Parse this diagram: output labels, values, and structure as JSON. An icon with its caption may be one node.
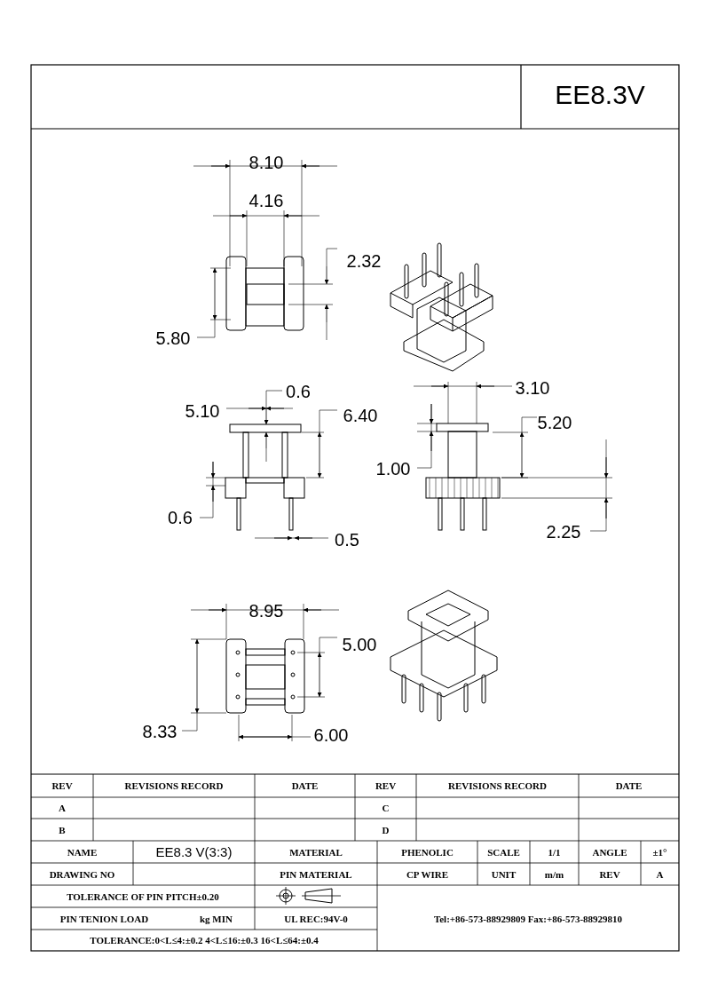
{
  "diagram": {
    "title": "EE8.3V",
    "labels": [
      "8.10",
      "4.16",
      "2.32",
      "5.80",
      "0.6",
      "5.10",
      "6.40",
      "0.6",
      "0.5",
      "3.10",
      "5.20",
      "1.00",
      "2.25",
      "8.95",
      "5.00",
      "8.33",
      "6.00",
      "REV",
      "REVISIONS RECORD",
      "DATE",
      "REV",
      "REVISIONS RECORD",
      "DATE",
      "A",
      "C",
      "B",
      "D",
      "NAME",
      "EE8.3 V(3:3)",
      "MATERIAL",
      "PHENOLIC",
      "SCALE",
      "1/1",
      "ANGLE",
      "±1°",
      "DRAWING NO",
      "PIN MATERIAL",
      "CP WIRE",
      "UNIT",
      "m/m",
      "REV",
      "A",
      "TOLERANCE OF PIN PITCH±0.20",
      "PIN TENION LOAD",
      "kg MIN",
      "UL REC:94V-0",
      "Tel:+86-573-88929809 Fax:+86-573-88929810",
      "TOLERANCE:0<L≤4:±0.2 4<L≤16:±0.3 16<L≤64:±0.4"
    ]
  }
}
